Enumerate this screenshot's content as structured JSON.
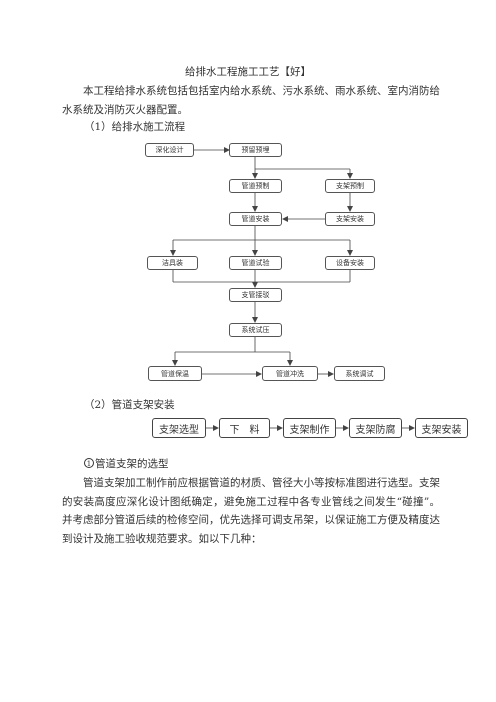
{
  "document": {
    "title": "给排水工程施工工艺【好】",
    "intro": "本工程给排水系统包括包括室内给水系统、污水系统、雨水系统、室内消防给水系统及消防灭火器配置。",
    "section1_heading": "（1）给排水施工流程",
    "flow1": {
      "deepen_design": "深化设计",
      "reserve_embed": "预留预埋",
      "pipe_prefab": "管道预制",
      "support_prefab": "支架预制",
      "pipe_install": "管道安装",
      "support_install": "支架安装",
      "fixture_install": "洁具装",
      "pipe_test": "管道试验",
      "equipment_install": "设备安装",
      "branch_connect": "支管接驳",
      "system_pressure": "系统试压",
      "pipe_insulation": "管道保温",
      "pipe_flush": "管道冲洗",
      "system_debug": "系统调试"
    },
    "section2_heading": "（2）管道支架安装",
    "flow2": {
      "step1": "支架选型",
      "step2": "下　料",
      "step3": "支架制作",
      "step4": "支架防腐",
      "step5": "支架安装"
    },
    "sub_heading_num": "1",
    "sub_heading": "管道支架的选型",
    "body": "管道支架加工制作前应根据管道的材质、管径大小等按标准图进行选型。支架的安装高度应深化设计图纸确定，避免施工过程中各专业管线之间发生“碰撞”。并考虑部分管道后续的检修空间，优先选择可调支吊架，以保证施工方便及精度达到设计及施工验收规范要求。如以下几种："
  }
}
